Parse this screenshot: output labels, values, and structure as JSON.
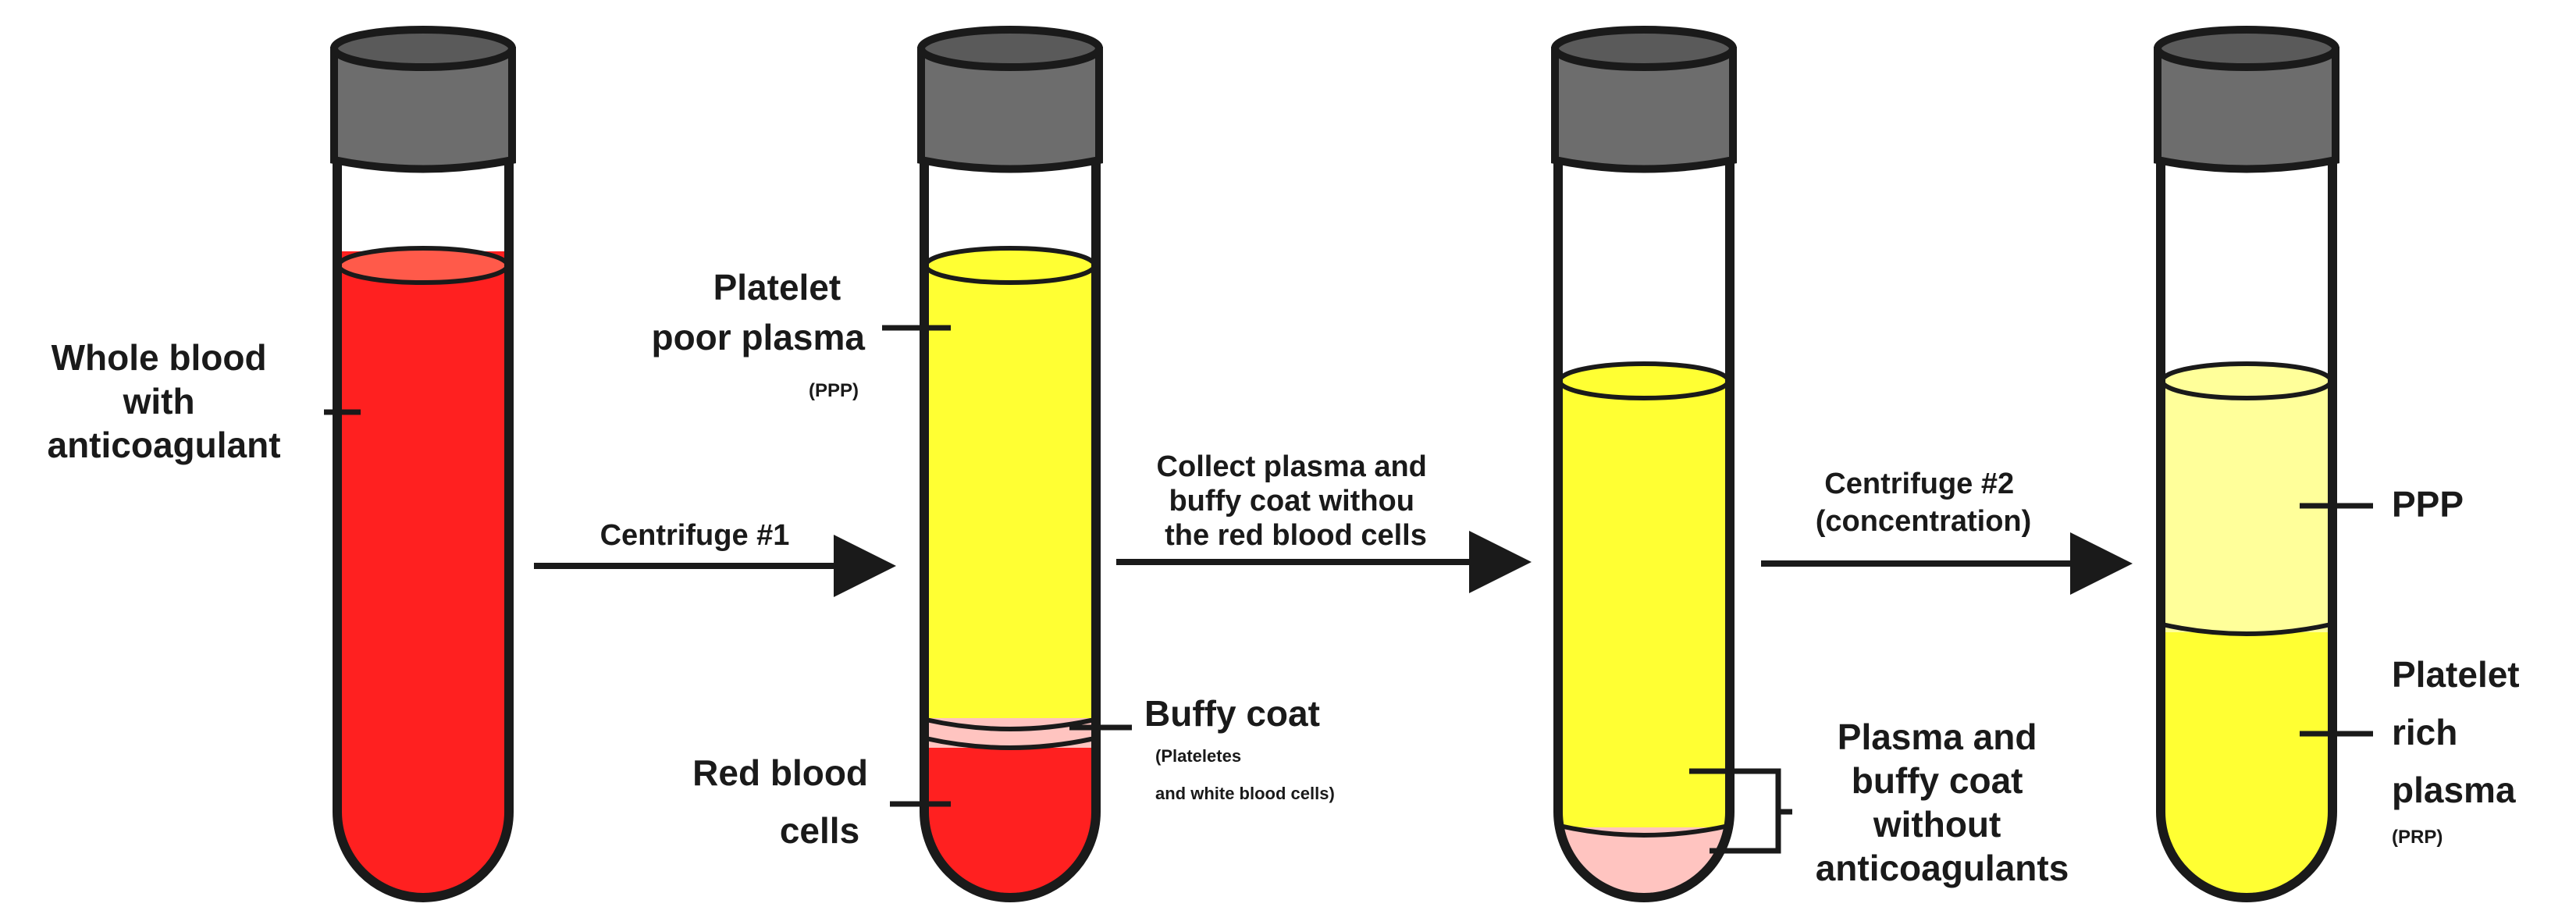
{
  "steps": {
    "centrifuge1": "Centrifuge #1",
    "collect": [
      "Collect plasma and",
      "buffy coat withou",
      "the red blood cells"
    ],
    "centrifuge2": [
      "Centrifuge #2",
      "(concentration)"
    ]
  },
  "tube1": {
    "label": [
      "Whole blood",
      "with",
      "anticoagulant"
    ]
  },
  "tube2": {
    "ppp": [
      "Platelet",
      "poor plasma"
    ],
    "ppp_abbr": "(PPP)",
    "buffy": "Buffy coat",
    "buffy_detail": [
      "(Plateletes",
      "and white blood cells)"
    ],
    "rbc": [
      "Red blood",
      "cells"
    ]
  },
  "tube3": {
    "label": [
      "Plasma and",
      "buffy coat",
      "without",
      "anticoagulants"
    ]
  },
  "tube4": {
    "ppp": "PPP",
    "prp": [
      "Platelet",
      "rich",
      "plasma"
    ],
    "prp_abbr": "(PRP)"
  },
  "colors": {
    "cap": "#6d6d6d",
    "blood": "#ff2020",
    "blood_top": "#ff5a4a",
    "plasma": "#ffff33",
    "plasma_light": "#ffff9a",
    "buffy": "#ffc4c0",
    "outline": "#1a1a1a"
  }
}
